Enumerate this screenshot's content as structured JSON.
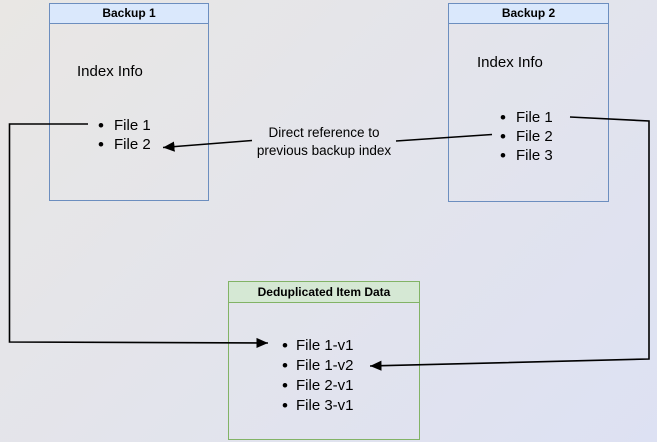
{
  "colors": {
    "bg-from": "#e9e7e4",
    "bg-to": "#dde1f3",
    "blue-border": "#6c8ebf",
    "blue-fill": "#dae8fc",
    "green-border": "#82b366",
    "green-fill": "#d5e8d4",
    "arrow": "#000000",
    "text": "#000000"
  },
  "backup1": {
    "title": "Backup 1",
    "subtitle": "Index Info",
    "items": [
      "File 1",
      "File 2"
    ]
  },
  "backup2": {
    "title": "Backup 2",
    "subtitle": "Index Info",
    "items": [
      "File 1",
      "File 2",
      "File 3"
    ]
  },
  "dedup": {
    "title": "Deduplicated Item Data",
    "items": [
      "File 1-v1",
      "File 1-v2",
      "File 2-v1",
      "File 3-v1"
    ]
  },
  "annotation": {
    "line1": "Direct reference to",
    "line2": "previous backup index"
  }
}
